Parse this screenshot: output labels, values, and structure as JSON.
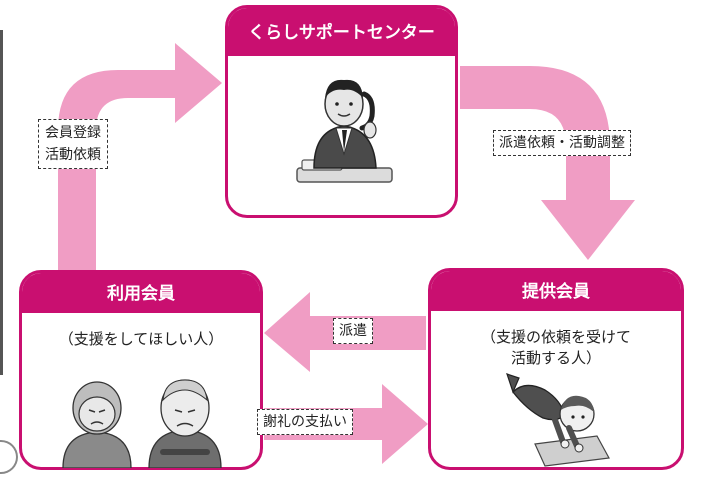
{
  "colors": {
    "accent": "#c90f70",
    "arrow": "#f09dc4"
  },
  "nodes": {
    "center": {
      "title": "くらしサポートセンター"
    },
    "user": {
      "title": "利用会員",
      "desc_lines": [
        "（支援をしてほしい人）"
      ]
    },
    "provider": {
      "title": "提供会員",
      "desc_lines": [
        "（支援の依頼を受けて",
        "活動する人）"
      ]
    }
  },
  "labels": {
    "register": [
      "会員登録",
      "活動依頼"
    ],
    "dispatch_coordination": "派遣依頼・活動調整",
    "dispatch": "派遣",
    "payment": "謝礼の支払い"
  },
  "illustrations": {
    "center": "operator-on-phone",
    "user": "elderly-couple",
    "provider": "person-wiping-floor"
  }
}
